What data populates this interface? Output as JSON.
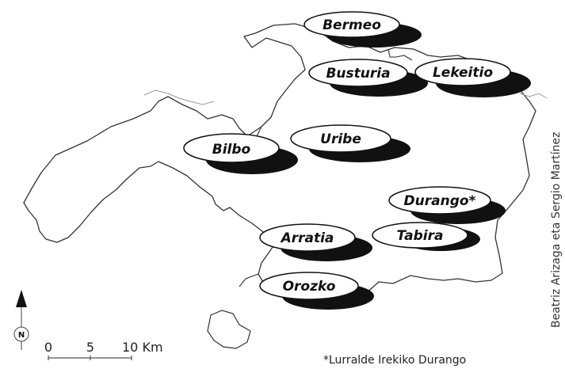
{
  "regions": [
    {
      "id": "bermeo",
      "label": "Bermeo"
    },
    {
      "id": "busturia",
      "label": "Busturia"
    },
    {
      "id": "lekeitio",
      "label": "Lekeitio"
    },
    {
      "id": "bilbo",
      "label": "Bilbo"
    },
    {
      "id": "uribe",
      "label": "Uribe"
    },
    {
      "id": "durango",
      "label": "Durango*"
    },
    {
      "id": "arratia",
      "label": "Arratia"
    },
    {
      "id": "tabira",
      "label": "Tabira"
    },
    {
      "id": "orozko",
      "label": "Orozko"
    }
  ],
  "scale_bar": {
    "tick_0": "0",
    "tick_5": "5",
    "tick_10": "10 Km"
  },
  "north_arrow": {
    "letter": "N"
  },
  "footnote": "*Lurralde Irekiko Durango",
  "credit": "Beatriz Arizaga eta Sergio Martínez",
  "colors": {
    "outline": "#333333",
    "label_fill": "#ffffff",
    "label_shadow": "#111111"
  }
}
